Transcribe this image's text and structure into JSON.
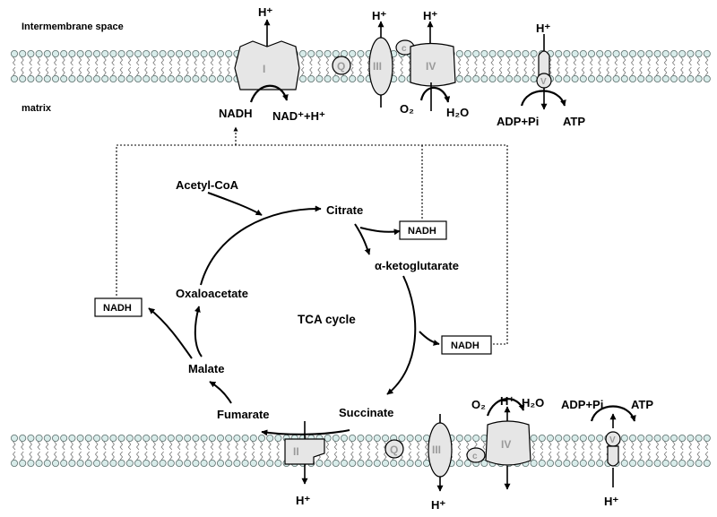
{
  "colors": {
    "membrane_head": "#d8ecea",
    "membrane_head_stroke": "#5c6e6c",
    "complex_fill": "#e6e6e6",
    "complex_label": "#9a9a9a",
    "line": "#000000"
  },
  "regions": {
    "intermembrane_space": "Intermembrane space",
    "matrix": "matrix"
  },
  "top_membrane": {
    "complex_i": "I",
    "quinone": "Q",
    "complex_iii": "III",
    "cytochrome_c": "c",
    "complex_iv": "IV",
    "complex_v": "V",
    "proton_i": "H⁺",
    "proton_iii": "H⁺",
    "proton_iv": "H⁺",
    "proton_v": "H⁺",
    "nadh": "NADH",
    "nad_plus": "NAD⁺+H⁺",
    "o2": "O₂",
    "h2o": "H₂O",
    "adp_pi": "ADP+Pi",
    "atp": "ATP"
  },
  "bottom_membrane": {
    "complex_ii": "II",
    "quinone": "Q",
    "complex_iii": "III",
    "cytochrome_c": "c",
    "complex_iv": "IV",
    "complex_v": "V",
    "proton_ii": "H⁺",
    "proton_iii": "H⁺",
    "proton_iv": "H⁺",
    "proton_v": "H⁺",
    "o2": "O₂",
    "h2o": "H₂O",
    "adp_pi": "ADP+Pi",
    "atp": "ATP"
  },
  "tca": {
    "center_label": "TCA cycle",
    "acetyl_coa": "Acetyl-CoA",
    "citrate": "Citrate",
    "alpha_ketoglutarate": "α-ketoglutarate",
    "succinate": "Succinate",
    "fumarate": "Fumarate",
    "malate": "Malate",
    "oxaloacetate": "Oxaloacetate",
    "nadh_box_1": "NADH",
    "nadh_box_2": "NADH",
    "nadh_box_3": "NADH"
  }
}
